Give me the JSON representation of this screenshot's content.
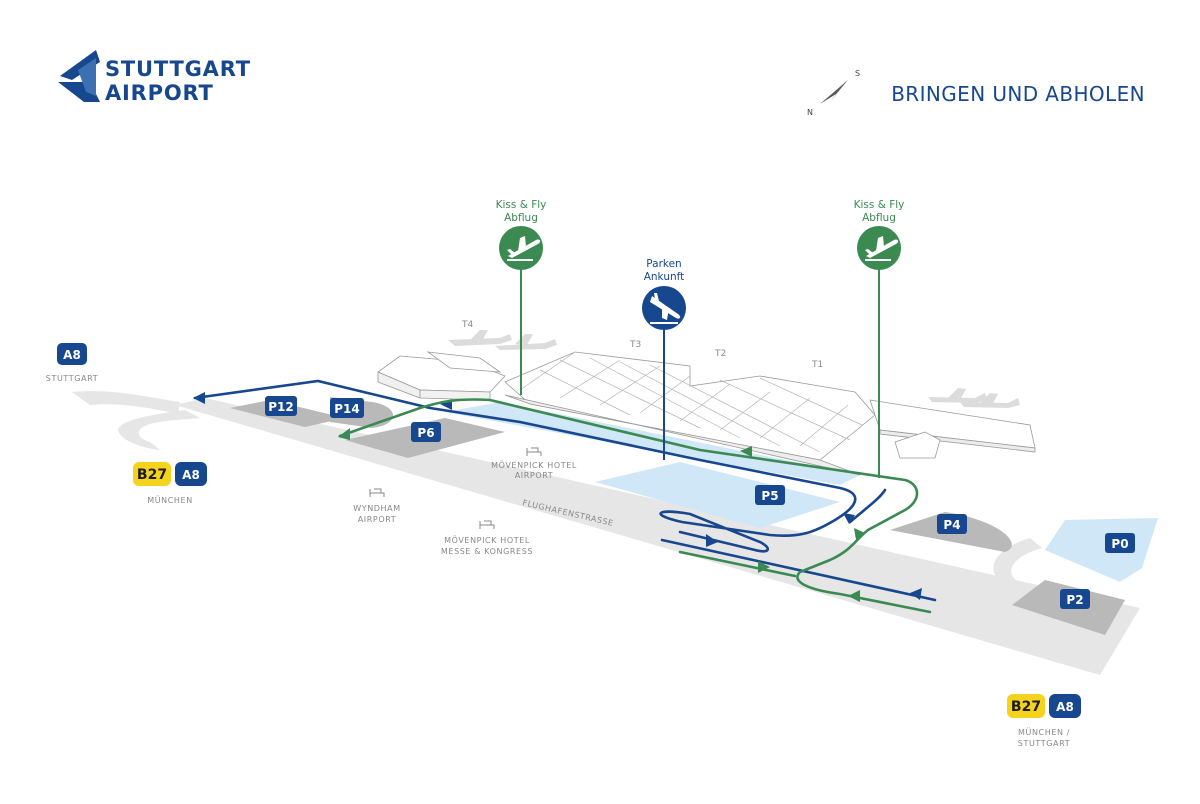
{
  "brand": {
    "line1": "STUTTGART",
    "line2": "AIRPORT",
    "color": "#17478e"
  },
  "title": "BRINGEN UND ABHOLEN",
  "compass": {
    "north": "N",
    "south": "S"
  },
  "colors": {
    "route_green": "#3a8a52",
    "route_blue": "#17478e",
    "road": "#e6e6e6",
    "parking_gray": "#b9b9b9",
    "parking_light_blue": "#cfe7f6",
    "yellow": "#f5d31c"
  },
  "poi": {
    "kiss_fly_left": {
      "line1": "Kiss & Fly",
      "line2": "Abflug",
      "icon": "departure-plane-icon"
    },
    "kiss_fly_right": {
      "line1": "Kiss & Fly",
      "line2": "Abflug",
      "icon": "departure-plane-icon"
    },
    "parken_ankunft": {
      "line1": "Parken",
      "line2": "Ankunft",
      "icon": "arrival-plane-icon"
    }
  },
  "terminals": {
    "t1": "T1",
    "t2": "T2",
    "t3": "T3",
    "t4": "T4"
  },
  "parking": {
    "p0": "P0",
    "p2": "P2",
    "p4": "P4",
    "p5": "P5",
    "p6": "P6",
    "p12": "P12",
    "p14": "P14"
  },
  "hotels": {
    "moevenpick_airport": {
      "line1": "MÖVENPICK HOTEL",
      "line2": "AIRPORT"
    },
    "wyndham": {
      "line1": "WYNDHAM",
      "line2": "AIRPORT"
    },
    "moevenpick_messe": {
      "line1": "MÖVENPICK HOTEL",
      "line2": "MESSE & KONGRESS"
    }
  },
  "street": "FLUGHAFENSTRASSE",
  "exits": {
    "stuttgart_left": {
      "road": "A8",
      "city": "STUTTGART"
    },
    "muenchen_left": {
      "road1": "B27",
      "road2": "A8",
      "city": "MÜNCHEN"
    },
    "bottom_right": {
      "road1": "B27",
      "road2": "A8",
      "city_line1": "MÜNCHEN /",
      "city_line2": "STUTTGART"
    }
  }
}
